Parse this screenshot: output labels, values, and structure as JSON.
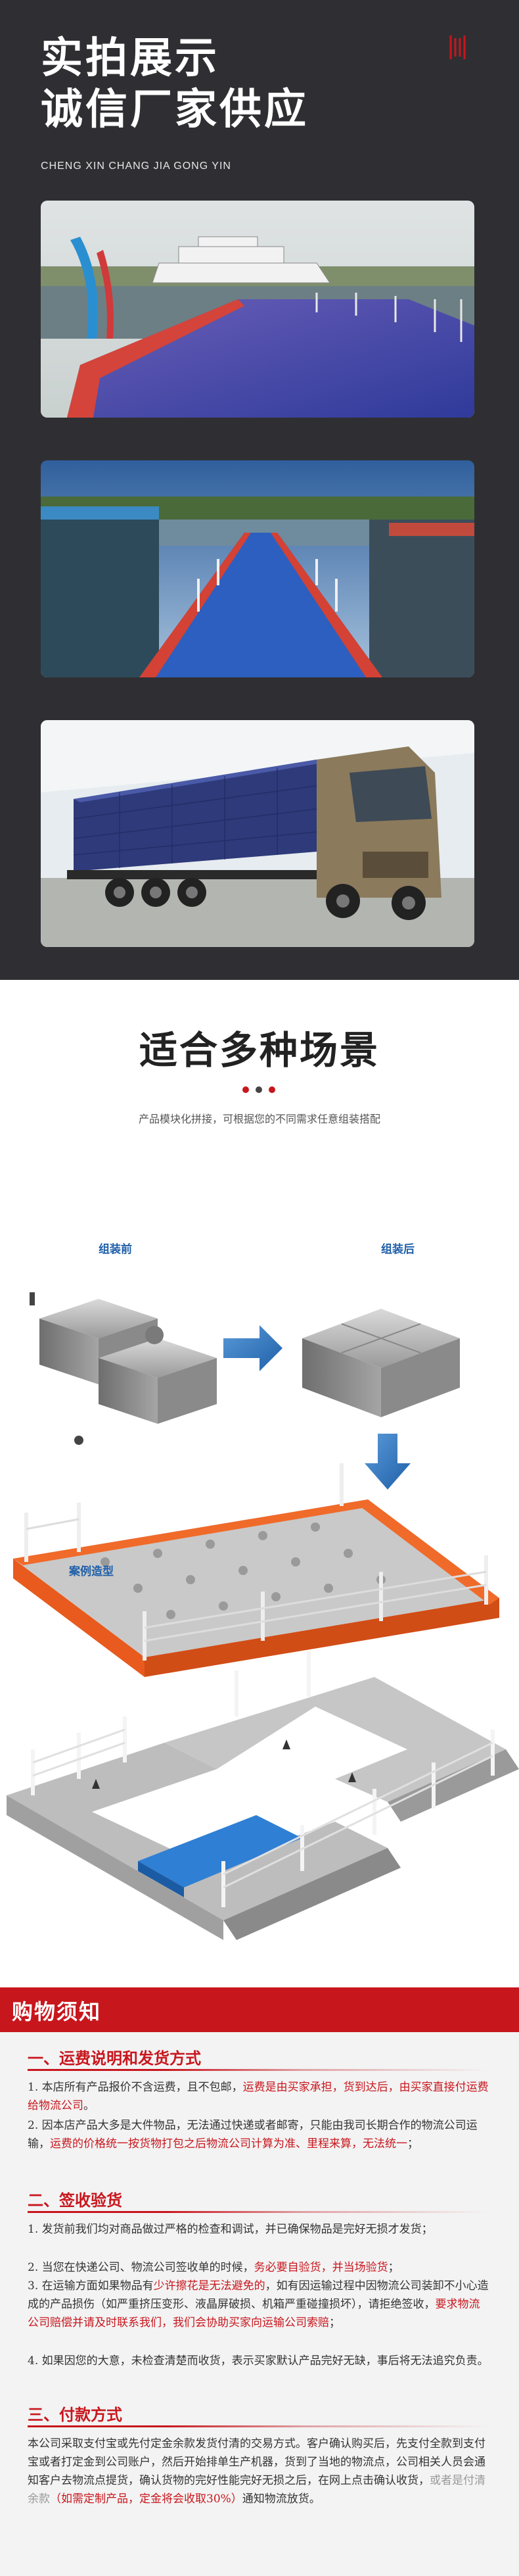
{
  "showcase": {
    "title_line1": "实拍展示",
    "title_line2": "诚信厂家供应",
    "subtitle": "CHENG XIN CHANG JIA GONG YIN"
  },
  "scenes": {
    "title": "适合多种场景",
    "description": "产品模块化拼接，可根据您的不同需求任意组装搭配",
    "label_before": "组装前",
    "label_after": "组装后",
    "label_case": "案例造型"
  },
  "notice": {
    "title": "购物须知",
    "section1": {
      "heading": "一、运费说明和发货方式",
      "p1": [
        {
          "t": "1. 本店所有产品报价不含运费，且不包邮，",
          "c": "n"
        },
        {
          "t": "运费是由买家承担，货到达后，由买家直接付运费给物流公司",
          "c": "r"
        },
        {
          "t": "。",
          "c": "n"
        }
      ],
      "p2": [
        {
          "t": "2. 因本店产品大多是大件物品，无法通过快递或者邮寄，只能由我司长期合作的物流公司运输，",
          "c": "n"
        },
        {
          "t": "运费的价格统一按货物打包之后物流公司计算为准、里程来算，无法统一",
          "c": "r"
        },
        {
          "t": "；",
          "c": "n"
        }
      ]
    },
    "section2": {
      "heading": "二、签收验货",
      "p1": [
        {
          "t": "1. 发货前我们均对商品做过严格的检查和调试，并已确保物品是完好无损才发货；",
          "c": "n"
        }
      ],
      "p2": [
        {
          "t": "2. 当您在快递公司、物流公司签收单的时候，",
          "c": "n"
        },
        {
          "t": "务必要自验货，并当场验货",
          "c": "r"
        },
        {
          "t": "；",
          "c": "n"
        }
      ],
      "p3": [
        {
          "t": "3. 在运输方面如果物品有",
          "c": "n"
        },
        {
          "t": "少许擦花是无法避免的",
          "c": "r"
        },
        {
          "t": "，如有因运输过程中因物流公司装卸不小心造成的产品损伤（如严重挤压变形、液晶屏破损、机箱严重碰撞损坏），请拒绝签收，",
          "c": "n"
        },
        {
          "t": "要求物流公司赔偿并请及时联系我们，我们会协助买家向运输公司索赔",
          "c": "r"
        },
        {
          "t": "；",
          "c": "n"
        }
      ],
      "p4": [
        {
          "t": "4. 如果因您的大意，未检查清楚而收货，表示买家默认产品完好无缺，事后将无法追究负责。",
          "c": "n"
        }
      ]
    },
    "section3": {
      "heading": "三、付款方式",
      "p1": [
        {
          "t": "本公司采取支付宝或先付定金余款发货付清的交易方式。客户确认购买后，先支付全款到支付宝或者打定金到公司账户，然后开始排单生产机器，货到了当地的物流点，公司相关人员会通知客户去物流点提货，确认货物的完好性能完好无损之后，在网上点击确认收货，",
          "c": "n"
        },
        {
          "t": "或者是付清余款",
          "c": "g"
        },
        {
          "t": "（如需定制产品，定金将会收取30%）",
          "c": "r"
        },
        {
          "t": "通知物流放货。",
          "c": "n"
        }
      ]
    }
  }
}
